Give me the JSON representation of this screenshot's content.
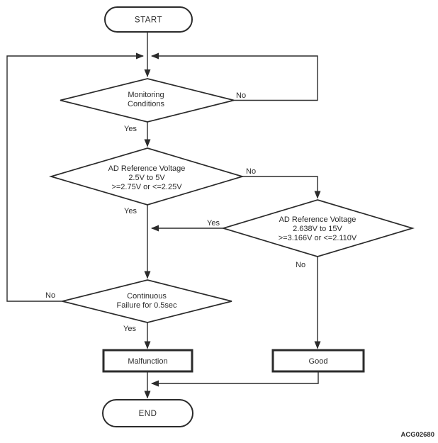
{
  "flowchart": {
    "figure_code": "ACG02680",
    "colors": {
      "ink": "#2b2b2b",
      "background": "#ffffff"
    },
    "nodes": {
      "start": {
        "type": "terminator",
        "label": "START"
      },
      "monitoring_conditions": {
        "type": "decision",
        "lines": [
          "Monitoring",
          "Conditions"
        ]
      },
      "ad_reference_voltage_1": {
        "type": "decision",
        "lines": [
          "AD Reference Voltage",
          "2.5V to 5V",
          ">=2.75V or <=2.25V"
        ]
      },
      "ad_reference_voltage_2": {
        "type": "decision",
        "lines": [
          "AD Reference Voltage",
          "2.638V to 15V",
          ">=3.166V or <=2.110V"
        ]
      },
      "continuous_failure": {
        "type": "decision",
        "lines": [
          "Continuous",
          "Failure for 0.5sec"
        ]
      },
      "malfunction": {
        "type": "process",
        "label": "Malfunction"
      },
      "good": {
        "type": "process",
        "label": "Good"
      },
      "end": {
        "type": "terminator",
        "label": "END"
      }
    },
    "edge_labels": {
      "monitoring_no": "No",
      "monitoring_yes": "Yes",
      "ad1_no": "No",
      "ad1_yes": "Yes",
      "ad2_yes": "Yes",
      "ad2_no": "No",
      "continuous_no": "No",
      "continuous_yes": "Yes"
    }
  }
}
